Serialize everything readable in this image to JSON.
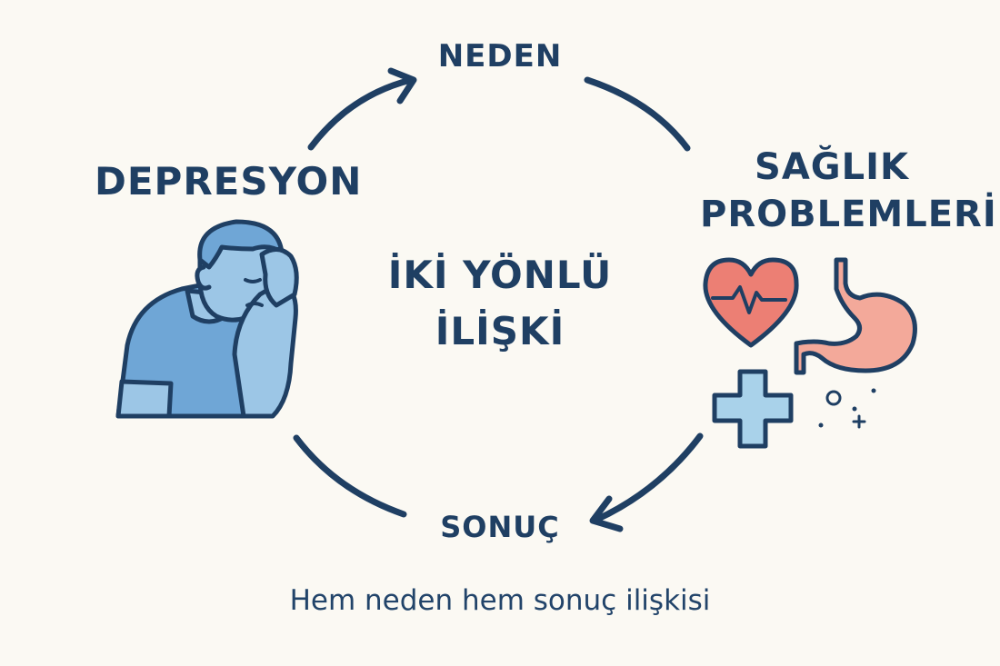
{
  "diagram": {
    "cause_label": "NEDEN",
    "effect_label": "SONUÇ",
    "left_label": "DEPRESYON",
    "right_label": "SAĞLIK PROBLEMLERİ",
    "center_label": "İKİ YÖNLÜ İLİŞKİ",
    "caption": "Hem neden hem sonuç ilişkisi"
  },
  "colors": {
    "navy": "#1f3f63",
    "person_blue": "#6fa6d6",
    "skin_blue": "#9cc6e6",
    "heart": "#ec7f74",
    "stomach": "#f3a99a",
    "cross": "#a9d2ea",
    "background": "#fbf9f3"
  },
  "icons": [
    "depressed-person-icon",
    "heart-pulse-icon",
    "stomach-icon",
    "medical-cross-icon",
    "sparkle-icon"
  ]
}
